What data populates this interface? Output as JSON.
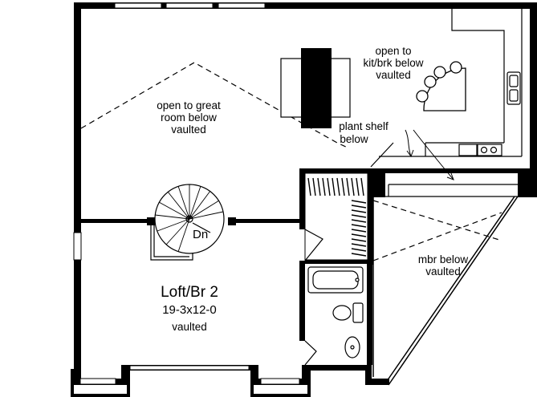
{
  "labels": {
    "kitchen": [
      "open to",
      "kit/brk below",
      "vaulted"
    ],
    "great_room": [
      "open to great",
      "room below",
      "vaulted"
    ],
    "plant_shelf": [
      "plant shelf",
      "below"
    ],
    "stair": "Dn",
    "mbr": [
      "mbr below",
      "vaulted"
    ],
    "loft": {
      "name": "Loft/Br 2",
      "size": "19-3x12-0",
      "note": "vaulted"
    }
  }
}
